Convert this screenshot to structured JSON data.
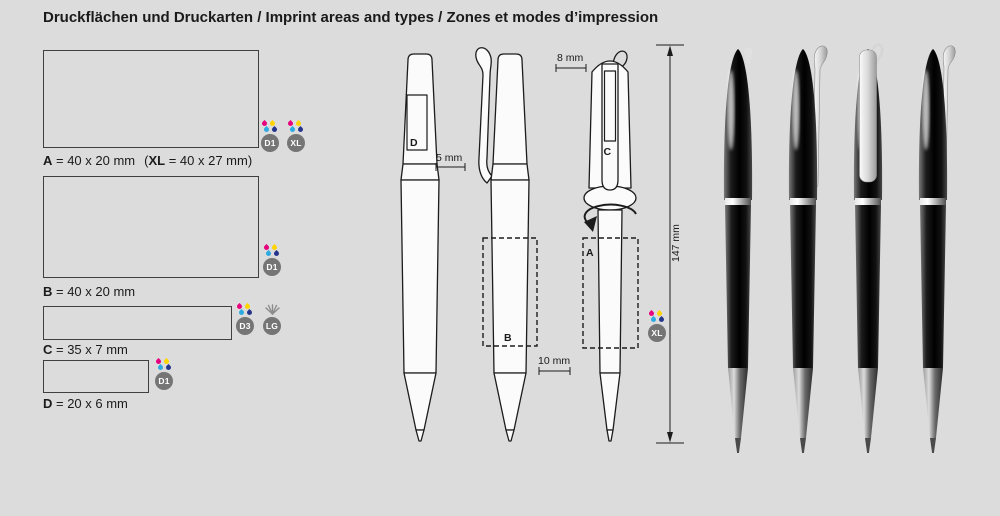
{
  "title": "Druckflächen und Druckarten / Imprint areas and types / Zones et modes d’impression",
  "areas": [
    {
      "name": "A",
      "dims": " = 40 x 20 mm",
      "xl_prefix": "(",
      "xl_name": "XL",
      "xl_dims": " = 40 x 27 mm)"
    },
    {
      "name": "B",
      "dims": " = 40 x 20 mm"
    },
    {
      "name": "C",
      "dims": " = 35 x 7 mm"
    },
    {
      "name": "D",
      "dims": " = 20 x 6 mm"
    }
  ],
  "badges": {
    "area_a": [
      "D1",
      "XL"
    ],
    "area_b": [
      "D1"
    ],
    "area_c": [
      "D3",
      "LG"
    ],
    "area_d": [
      "D1"
    ],
    "diagram_xl": "XL"
  },
  "diagram": {
    "zone_a": "A",
    "zone_b": "B",
    "zone_c": "C",
    "zone_d": "D",
    "dim_d_width": "5 mm",
    "dim_clip_width": "8 mm",
    "dim_bottom": "10 mm",
    "dim_length": "147 mm"
  },
  "colors": {
    "background": "#dcdcdc",
    "line": "#1c1c1c",
    "badge_circle": "#757575",
    "cmyk": {
      "c": "#2daae1",
      "m": "#e6007e",
      "y": "#ffd400",
      "k": "#26358c"
    }
  }
}
